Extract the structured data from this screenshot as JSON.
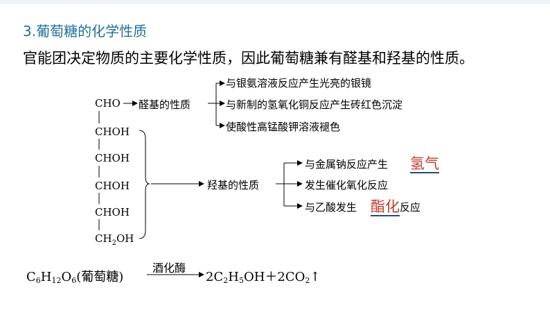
{
  "heading": "3.葡萄糖的化学性质",
  "intro": "官能团决定物质的主要化学性质，因此葡萄糖兼有醛基和羟基的性质。",
  "structure": {
    "groups": [
      "CHO",
      "CHOH",
      "CHOH",
      "CHOH",
      "CHOH",
      "CH",
      "2",
      "OH"
    ]
  },
  "aldehyde": {
    "label": "醛基的性质",
    "reactions": [
      "与银氨溶液反应产生光亮的银镜",
      "与新制的氢氧化铜反应产生砖红色沉淀",
      "使酸性高锰酸钾溶液褪色"
    ]
  },
  "hydroxyl": {
    "label": "羟基的性质",
    "r1_prefix": "与金属钠反应产生",
    "r1_highlight": "氢气",
    "r2": "发生催化氧化反应",
    "r3_prefix": "与乙酸发生",
    "r3_highlight": "酯化",
    "r3_suffix": "反应"
  },
  "equation": {
    "c": "C",
    "c_n": "6",
    "h": "H",
    "h_n": "12",
    "o": "O",
    "o_n": "6",
    "name": "(葡萄糖)",
    "condition": "酒化酶",
    "p1_a": "2C",
    "p1_n1": "2",
    "p1_b": "H",
    "p1_n2": "5",
    "p1_c": "OH",
    "plus": "＋",
    "p2_a": "2CO",
    "p2_n": "2",
    "gas": "↑"
  }
}
